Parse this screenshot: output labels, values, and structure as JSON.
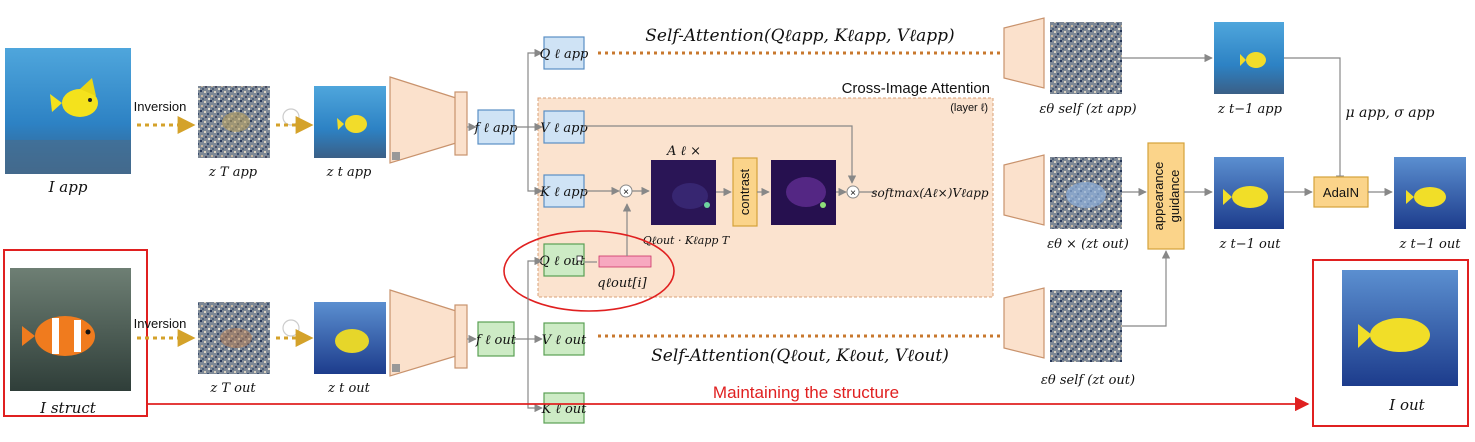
{
  "titles": {
    "self_attention_app": "Self-Attention(Qℓapp, Kℓapp, Vℓapp)",
    "self_attention_out": "Self-Attention(Qℓout, Kℓout, Vℓout)",
    "cross_image_attention": "Cross-Image Attention",
    "layer": "(layer ℓ)",
    "maintaining": "Maintaining the structure"
  },
  "labels": {
    "inversion_top": "Inversion",
    "inversion_bottom": "Inversion",
    "img_app": "I app",
    "img_struct": "I struct",
    "img_out": "I out",
    "zT_app": "z T app",
    "zt_app": "z t app",
    "zT_out": "z T out",
    "zt_out": "z t out",
    "f_app": "f ℓ app",
    "f_out": "f ℓ out",
    "Q_app": "Q ℓ app",
    "V_app": "V ℓ app",
    "K_app": "K ℓ app",
    "Q_out": "Q ℓ out",
    "V_out": "V ℓ out",
    "K_out": "K ℓ out",
    "A_cross": "A ℓ ×",
    "qk_product": "Qℓout · Kℓapp T",
    "q_i": "qℓout[i]",
    "contrast": "contrast",
    "softmax": "softmax(Aℓ×)Vℓapp",
    "eps_self_app": "εθ self (zt app)",
    "eps_cross": "εθ × (zt out)",
    "eps_self_out": "εθ self (zt out)",
    "appearance_guidance_1": "appearance",
    "appearance_guidance_2": "guidance",
    "zt1_app": "z t−1 app",
    "zt1_out": "z t−1 out",
    "zt1_final": "z t−1 out",
    "adain": "AdaIN",
    "mu_sigma": "μ app, σ app"
  },
  "colors": {
    "query_blue": "#cfe3f5",
    "query_green": "#cdebc5",
    "accent_red": "#e02020",
    "cross_attention_bg": "#fbe3cf",
    "dashed_gold": "#d4a22a"
  }
}
